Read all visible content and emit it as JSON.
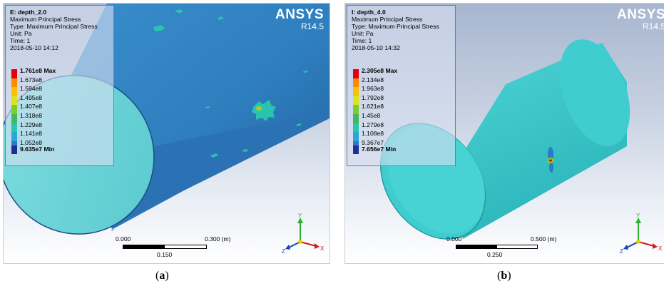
{
  "panels": [
    {
      "header": {
        "title": "E: depth_2.0",
        "line1": "Maximum Principal Stress",
        "line2": "Type: Maximum Principal Stress",
        "unit": "Unit: Pa",
        "time": "Time: 1",
        "date": "2018-05-10 14:12"
      },
      "legend": {
        "entries": [
          "1.761e8 Max",
          "1.673e8",
          "1.584e8",
          "1.495e8",
          "1.407e8",
          "1.318e8",
          "1.229e8",
          "1.141e8",
          "1.052e8"
        ],
        "min_label": "9.635e7 Min"
      },
      "brand": {
        "name": "ANSYS",
        "version": "R14.5"
      },
      "scalebar": {
        "zero": "0.000",
        "end": "0.300 (m)",
        "mid": "0.150"
      },
      "caption": {
        "open": "(",
        "letter": "a",
        "close": ")"
      }
    },
    {
      "header": {
        "title": "I: depth_4.0",
        "line1": "Maximum Principal Stress",
        "line2": "Type: Maximum Principal Stress",
        "unit": "Unit: Pa",
        "time": "Time: 1",
        "date": "2018-05-10 14:32"
      },
      "legend": {
        "entries": [
          "2.305e8 Max",
          "2.134e8",
          "1.963e8",
          "1.792e8",
          "1.621e8",
          "1.45e8",
          "1.279e8",
          "1.108e8",
          "9.367e7"
        ],
        "min_label": "7.656e7 Min"
      },
      "brand": {
        "name": "ANSYS",
        "version": "R14.5"
      },
      "scalebar": {
        "zero": "0.000",
        "end": "0.500 (m)",
        "mid": "0.250"
      },
      "caption": {
        "open": "(",
        "letter": "b",
        "close": ")"
      }
    }
  ],
  "legend_colors": [
    "#e1000b",
    "#ff8a00",
    "#f5c400",
    "#d6e51f",
    "#7ccc2c",
    "#43b85c",
    "#27c7b2",
    "#2aa7d8",
    "#2f77c8",
    "#1e2f98"
  ],
  "triad_labels": {
    "y": "Y",
    "z": "Z",
    "x": "X"
  }
}
